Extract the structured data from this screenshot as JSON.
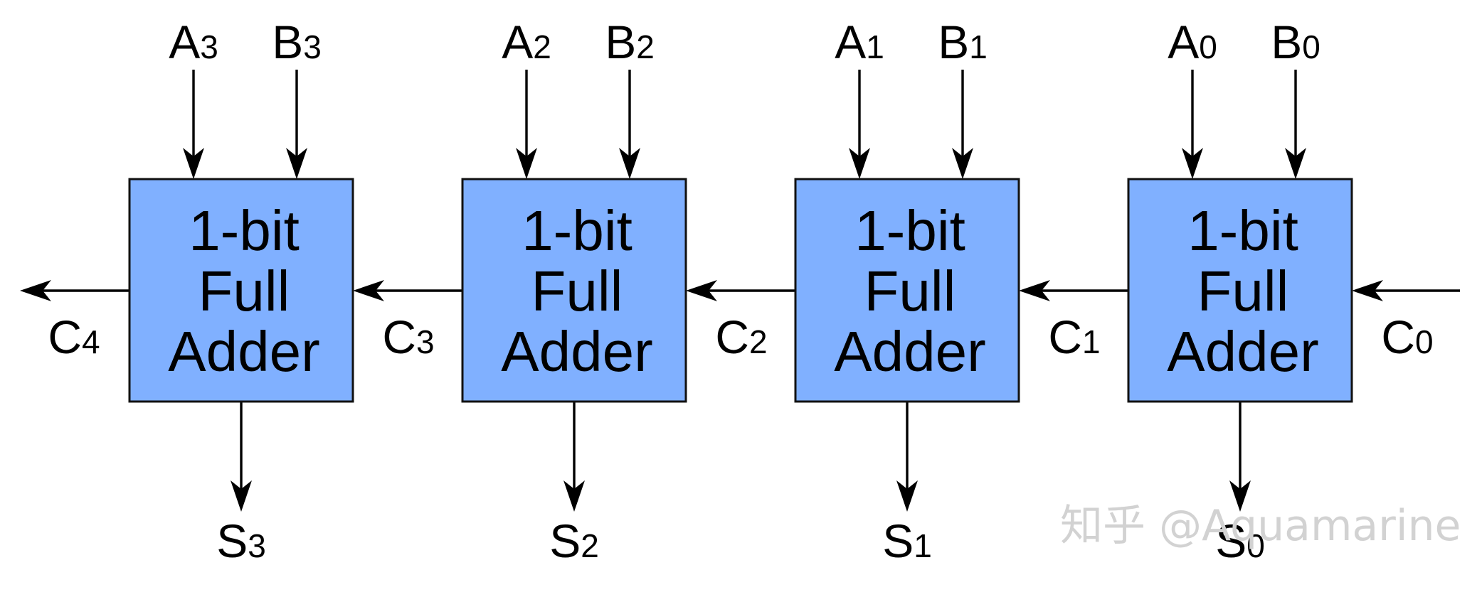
{
  "colors": {
    "box_fill": "#80b0ff",
    "box_border": "#111111",
    "wire": "#000000",
    "text": "#000000",
    "watermark": "#cfcfcf"
  },
  "adders": [
    {
      "label_lines": [
        "1-bit",
        "Full",
        "Adder"
      ],
      "input_a": {
        "main": "A",
        "sub": "3"
      },
      "input_b": {
        "main": "B",
        "sub": "3"
      },
      "carry_in": {
        "main": "C",
        "sub": "3"
      },
      "sum": {
        "main": "S",
        "sub": "3"
      }
    },
    {
      "label_lines": [
        "1-bit",
        "Full",
        "Adder"
      ],
      "input_a": {
        "main": "A",
        "sub": "2"
      },
      "input_b": {
        "main": "B",
        "sub": "2"
      },
      "carry_in": {
        "main": "C",
        "sub": "2"
      },
      "sum": {
        "main": "S",
        "sub": "2"
      }
    },
    {
      "label_lines": [
        "1-bit",
        "Full",
        "Adder"
      ],
      "input_a": {
        "main": "A",
        "sub": "1"
      },
      "input_b": {
        "main": "B",
        "sub": "1"
      },
      "carry_in": {
        "main": "C",
        "sub": "1"
      },
      "sum": {
        "main": "S",
        "sub": "1"
      }
    },
    {
      "label_lines": [
        "1-bit",
        "Full",
        "Adder"
      ],
      "input_a": {
        "main": "A",
        "sub": "0"
      },
      "input_b": {
        "main": "B",
        "sub": "0"
      },
      "carry_in": {
        "main": "C",
        "sub": "0"
      },
      "sum": {
        "main": "S",
        "sub": "0"
      }
    }
  ],
  "carry_out": {
    "main": "C",
    "sub": "4"
  },
  "watermark": "知乎 @Aquamarine"
}
